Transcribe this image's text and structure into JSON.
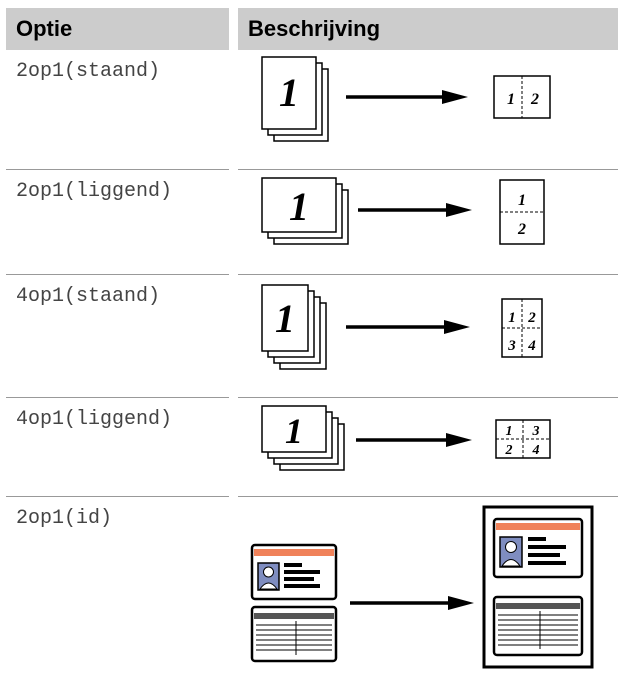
{
  "table": {
    "headers": {
      "option": "Optie",
      "description": "Beschrijving"
    },
    "rows": [
      {
        "option": "2op1(staand)"
      },
      {
        "option": "2op1(liggend)"
      },
      {
        "option": "4op1(staand)"
      },
      {
        "option": "4op1(liggend)"
      },
      {
        "option": "2op1(id)"
      }
    ]
  },
  "illustration": {
    "source_digit": "1",
    "page_digits": [
      "1",
      "2",
      "3",
      "4"
    ],
    "icons": [
      "page-stack-icon",
      "arrow-right-icon",
      "combined-page-icon",
      "id-card-front-icon",
      "id-card-back-icon"
    ],
    "colors": {
      "id_card_stripe": "#F0825A",
      "id_card_avatar": "#7F8DC0",
      "id_card_back_header": "#555555"
    }
  }
}
